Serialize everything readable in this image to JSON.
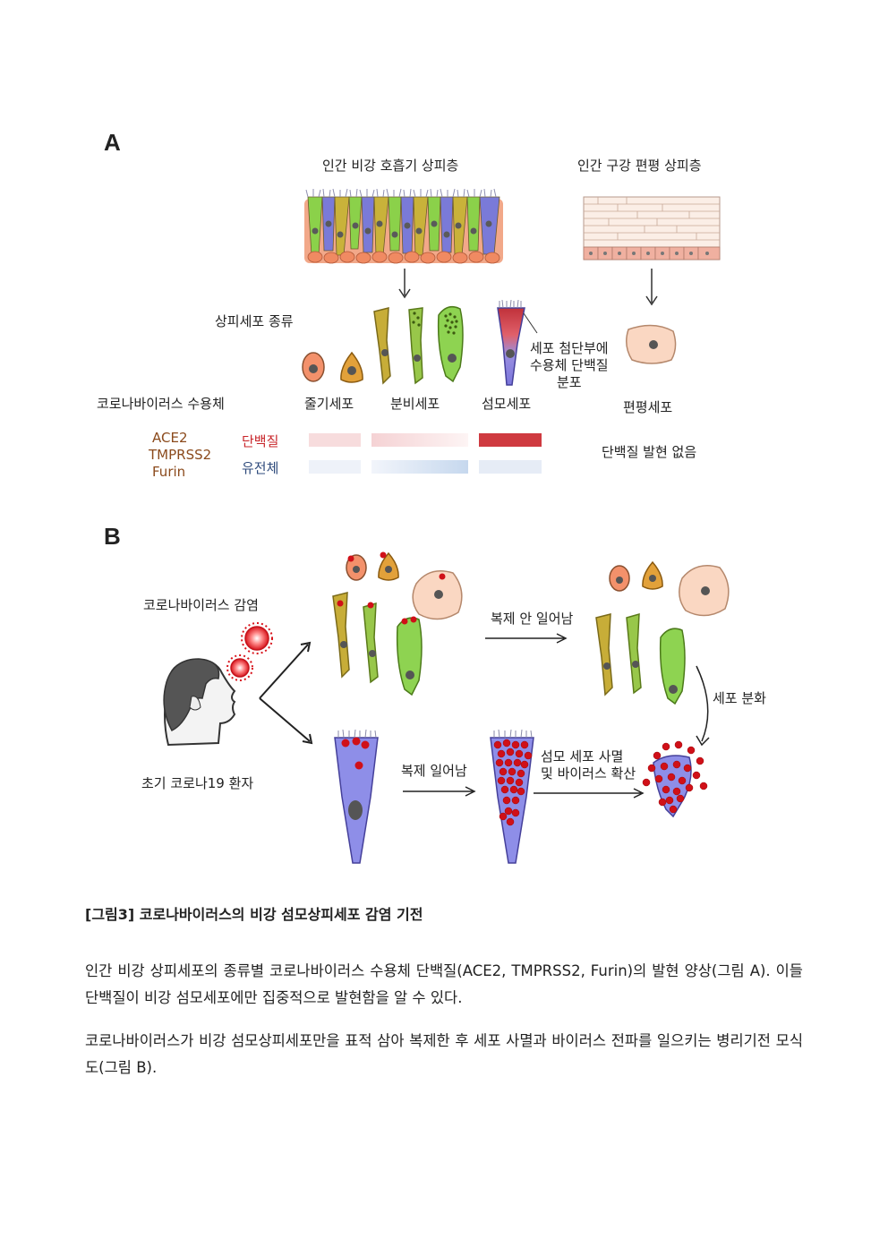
{
  "figure": {
    "panel_a": {
      "letter": "A",
      "nasal_title": "인간 비강 호흡기 상피층",
      "oral_title": "인간 구강 편평 상피층",
      "cell_types_label": "상피세포 종류",
      "receptor_label": "코로나바이러스 수용체",
      "apical_note": [
        "세포 첨단부에",
        "수용체 단백질",
        "분포"
      ],
      "cell_names": {
        "basal": "줄기세포",
        "secretory": "분비세포",
        "ciliated": "섬모세포",
        "squamous": "편평세포"
      },
      "genes": [
        "ACE2",
        "TMPRSS2",
        "Furin"
      ],
      "protein_label": "단백질",
      "gene_label": "유전체",
      "no_expression": "단백질 발현 없음"
    },
    "panel_b": {
      "letter": "B",
      "infection_label": "코로나바이러스 감염",
      "patient_label": "초기 코로나19 환자",
      "no_replication": "복제 안 일어남",
      "replication": "복제 일어남",
      "differentiation": "세포 분화",
      "death_spread": [
        "섬모 세포 사멸",
        "및 바이러스 확산"
      ]
    }
  },
  "caption": "[그림3] 코로나바이러스의 비강 섬모상피세포 감염 기전",
  "paragraphs": [
    "인간 비강 상피세포의 종류별 코로나바이러스 수용체 단백질(ACE2, TMPRSS2, Furin)의 발현 양상(그림 A). 이들 단백질이 비강 섬모세포에만 집중적으로 발현함을 알 수 있다.",
    "코로나바이러스가 비강 섬모상피세포만을 표적 삼아 복제한 후 세포 사멸과 바이러스 전파를 일으키는 병리기전 모식도(그림 B)."
  ]
}
